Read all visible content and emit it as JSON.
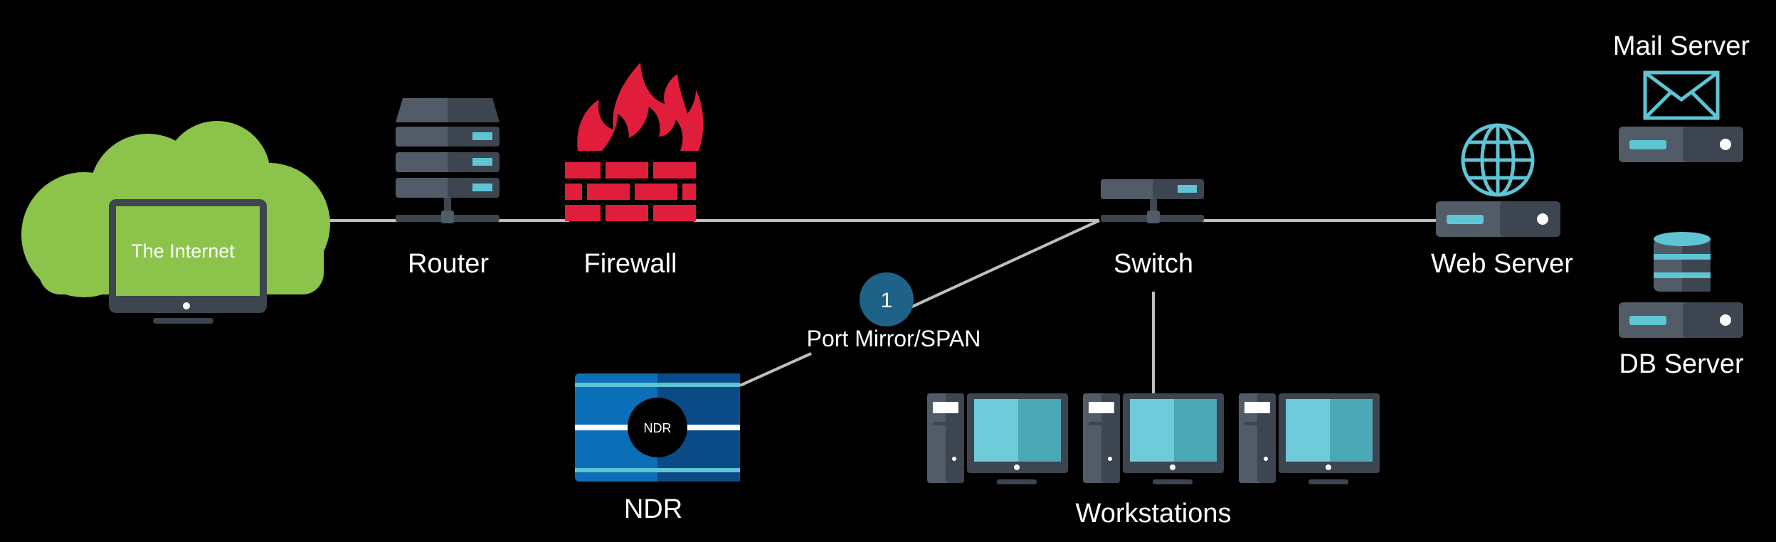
{
  "labels": {
    "internet": "The Internet",
    "router": "Router",
    "firewall": "Firewall",
    "switch": "Switch",
    "web_server": "Web Server",
    "mail_server": "Mail Server",
    "db_server": "DB Server",
    "ndr": "NDR",
    "ndr_badge": "NDR",
    "workstations": "Workstations",
    "port_mirror": "Port Mirror/SPAN",
    "step_number": "1"
  },
  "colors": {
    "background": "#000000",
    "cloud": "#8cc34a",
    "device_dark": "#3c4550",
    "device_light": "#515c68",
    "accent_teal": "#5fc4d4",
    "firewall_red": "#e01e3c",
    "ndr_blue": "#0b6fb7",
    "ndr_dark_blue": "#0a4b87",
    "step_circle": "#1f6287",
    "link_line": "#bfbfbf"
  },
  "icons": {
    "internet": "cloud-monitor-icon",
    "router": "router-stack-icon",
    "firewall": "firewall-brick-flame-icon",
    "switch": "network-switch-icon",
    "web_server": "globe-server-icon",
    "mail_server": "envelope-server-icon",
    "db_server": "database-server-icon",
    "ndr": "ndr-appliance-icon",
    "workstation": "desktop-workstation-icon"
  }
}
